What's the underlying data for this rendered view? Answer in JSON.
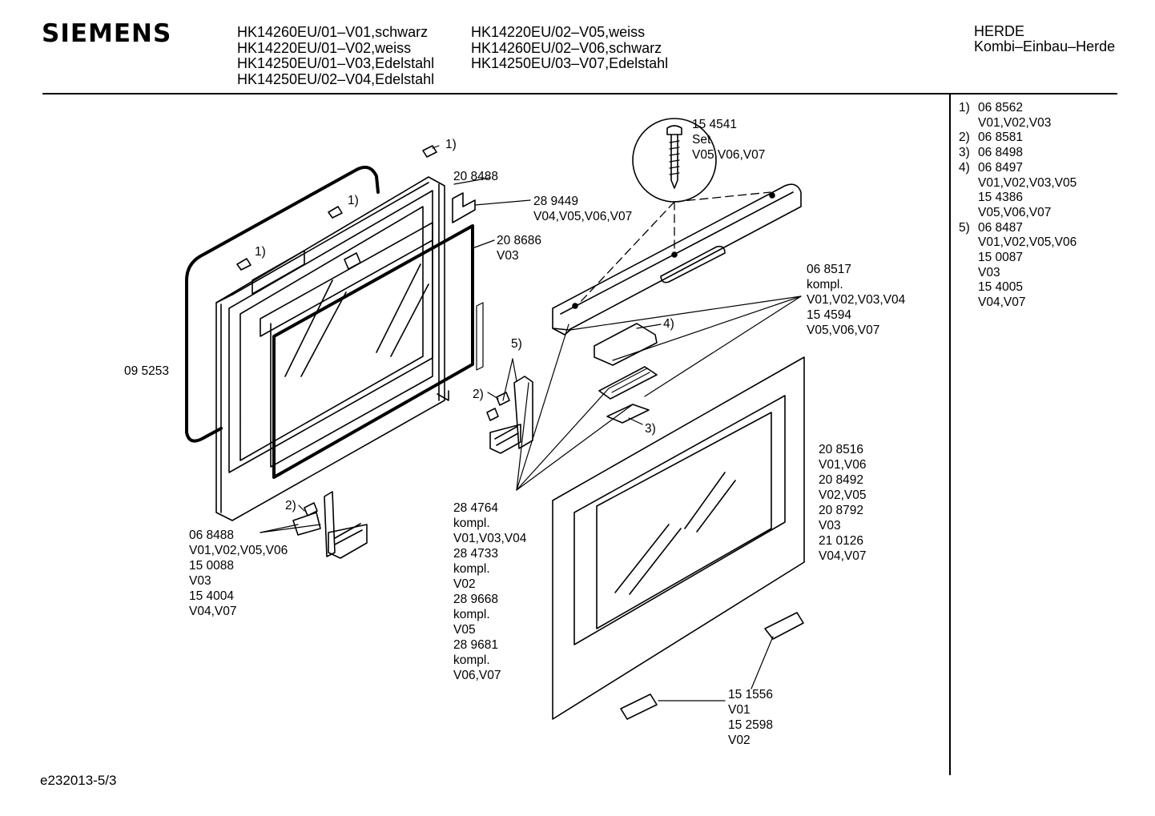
{
  "header": {
    "brand": "SIEMENS",
    "models_col1": [
      "HK14260EU/01–V01,schwarz",
      "HK14220EU/01–V02,weiss",
      "HK14250EU/01–V03,Edelstahl",
      "HK14250EU/02–V04,Edelstahl"
    ],
    "models_col2": [
      "HK14220EU/02–V05,weiss",
      "HK14260EU/02–V06,schwarz",
      "HK14250EU/03–V07,Edelstahl"
    ],
    "category": "HERDE",
    "subcategory": "Kombi–Einbau–Herde"
  },
  "legend": [
    {
      "num": "1)",
      "lines": [
        "06 8562",
        "V01,V02,V03"
      ]
    },
    {
      "num": "2)",
      "lines": [
        "06 8581"
      ]
    },
    {
      "num": "3)",
      "lines": [
        "06 8498"
      ]
    },
    {
      "num": "4)",
      "lines": [
        "06 8497",
        "V01,V02,V03,V05",
        "15 4386",
        "V05,V06,V07"
      ]
    },
    {
      "num": "5)",
      "lines": [
        "06 8487",
        "V01,V02,V05,V06",
        "15 0087",
        "V03",
        "15 4005",
        "V04,V07"
      ]
    }
  ],
  "callouts": {
    "screw": [
      "15 4541",
      "Set",
      "V05,V06,V07"
    ],
    "p208488": [
      "20 8488"
    ],
    "p289449": [
      "28 9449",
      "V04,V05,V06,V07"
    ],
    "p208686": [
      "20 8686",
      "V03"
    ],
    "p095253": [
      "09 5253"
    ],
    "p068517": [
      "06 8517",
      "kompl.",
      "V01,V02,V03,V04",
      "15 4594",
      "V05,V06,V07"
    ],
    "p068488": [
      "06 8488",
      "V01,V02,V05,V06",
      "15 0088",
      "V03",
      "15 4004",
      "V04,V07"
    ],
    "p284764": [
      "28 4764",
      "kompl.",
      "V01,V03,V04",
      "28 4733",
      "kompl.",
      "V02",
      "28 9668",
      "kompl.",
      "V05",
      "28 9681",
      "kompl.",
      "V06,V07"
    ],
    "p208516": [
      "20 8516",
      "V01,V06",
      "20 8492",
      "V02,V05",
      "20 8792",
      "V03",
      "21 0126",
      "V04,V07"
    ],
    "p151556": [
      "15 1556",
      "V01",
      "15 2598",
      "V02"
    ]
  },
  "markers": {
    "m1a": "1)",
    "m1b": "1)",
    "m1c": "1)",
    "m2a": "2)",
    "m2b": "2)",
    "m3": "3)",
    "m4": "4)",
    "m5": "5)"
  },
  "footer": {
    "drawing_id": "e232013-5/3"
  }
}
